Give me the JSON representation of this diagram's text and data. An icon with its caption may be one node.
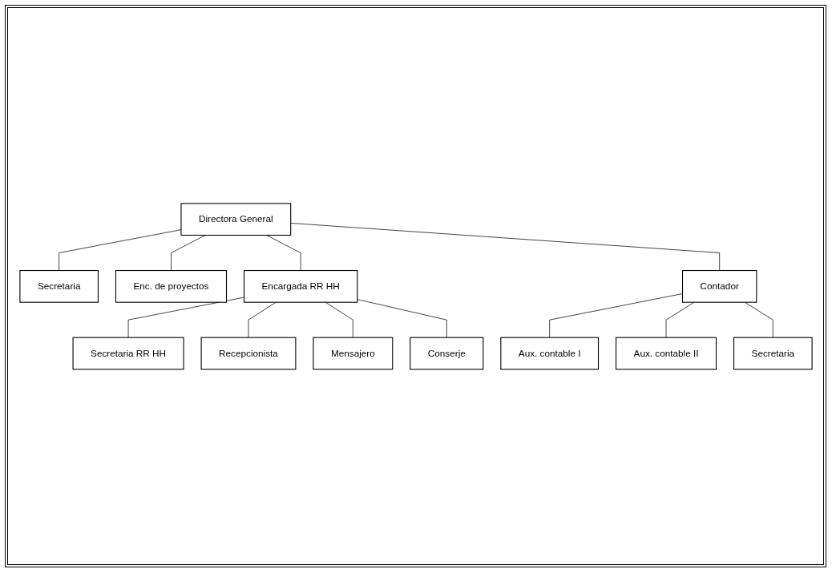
{
  "diagram": {
    "nodes": [
      {
        "text": [
          "Directora General"
        ]
      },
      {
        "text": [
          "Secretaria"
        ]
      },
      {
        "text": [
          "Enc. de proyectos"
        ]
      },
      {
        "text": [
          "Encargada RR HH"
        ]
      },
      {
        "text": [
          "Contador"
        ]
      },
      {
        "text": [
          "Secretaria RR HH"
        ]
      },
      {
        "text": [
          "Recepcionista"
        ]
      },
      {
        "text": [
          "Mensajero"
        ]
      },
      {
        "text": [
          "Conserje"
        ]
      },
      {
        "text": [
          "Aux. contable I"
        ]
      },
      {
        "text": [
          "Aux. contable II"
        ]
      },
      {
        "text": [
          "Secretaria"
        ]
      }
    ],
    "edges": [
      {
        "from": 0,
        "to": 1,
        "arrow": "none"
      },
      {
        "from": 0,
        "to": 2,
        "arrow": "none"
      },
      {
        "from": 0,
        "to": 3,
        "arrow": "none"
      },
      {
        "from": 0,
        "to": 4,
        "arrow": "none"
      },
      {
        "from": 3,
        "to": 5,
        "arrow": "none"
      },
      {
        "from": 3,
        "to": 6,
        "arrow": "none"
      },
      {
        "from": 3,
        "to": 7,
        "arrow": "none"
      },
      {
        "from": 3,
        "to": 8,
        "arrow": "none"
      },
      {
        "from": 4,
        "to": 9,
        "arrow": "none"
      },
      {
        "from": 4,
        "to": 10,
        "arrow": "none"
      },
      {
        "from": 4,
        "to": 11,
        "arrow": "none"
      }
    ]
  }
}
